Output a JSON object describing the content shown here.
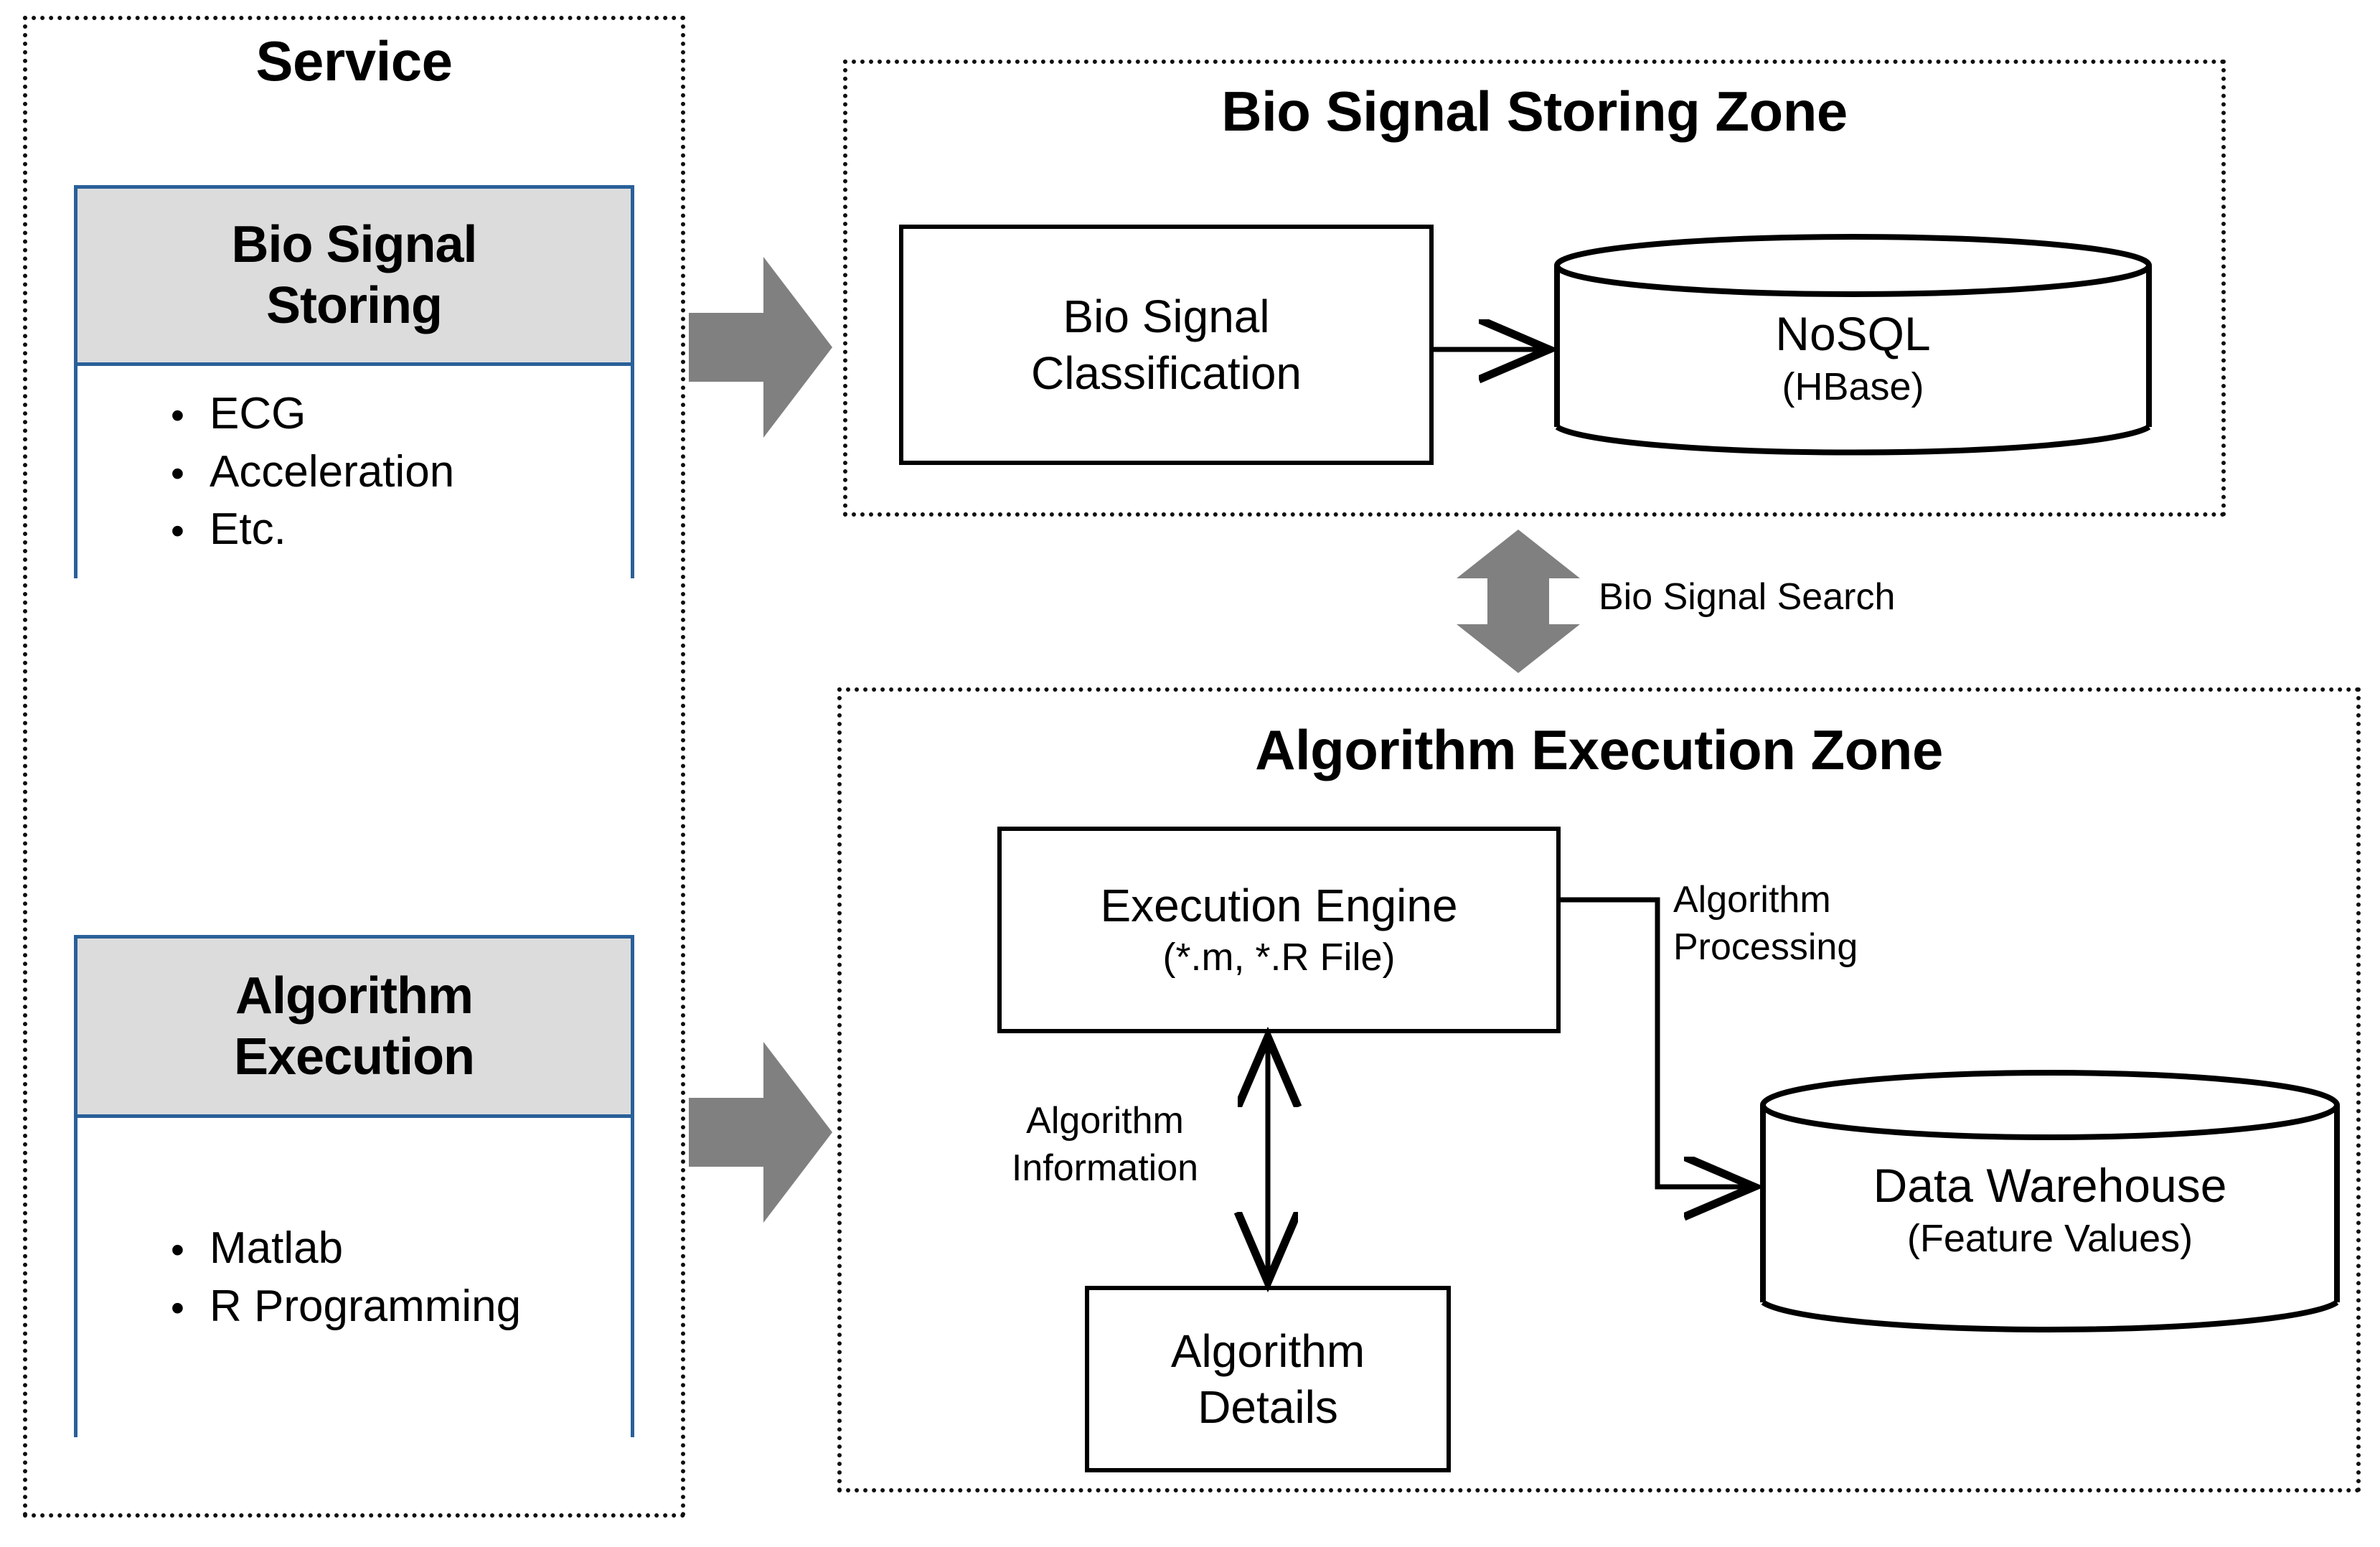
{
  "colors": {
    "card_border": "#2A6099",
    "card_header_fill": "#DCDCDC",
    "gray_arrow": "#808080",
    "line": "#000000",
    "dotted_border": "#101010"
  },
  "service_panel": {
    "title": "Service",
    "cards": [
      {
        "header": [
          "Bio Signal",
          "Storing"
        ],
        "bullets": [
          "ECG",
          "Acceleration",
          "Etc."
        ]
      },
      {
        "header": [
          "Algorithm",
          "Execution"
        ],
        "bullets": [
          "Matlab",
          "R Programming"
        ]
      }
    ]
  },
  "storing_zone": {
    "title": "Bio Signal Storing Zone",
    "process_box": {
      "line1": "Bio Signal",
      "line2": "Classification"
    },
    "database": {
      "name": "NoSQL",
      "sub": "(HBase)"
    }
  },
  "execution_zone": {
    "title": "Algorithm Execution Zone",
    "engine_box": {
      "line1": "Execution Engine",
      "sub": "(*.m, *.R File)"
    },
    "details_box": {
      "line1": "Algorithm",
      "line2": "Details"
    },
    "warehouse": {
      "name": "Data Warehouse",
      "sub": "(Feature Values)"
    },
    "connectors": {
      "algorithm_information": [
        "Algorithm",
        "Information"
      ],
      "algorithm_processing": [
        "Algorithm",
        "Processing"
      ]
    }
  },
  "links": {
    "bio_signal_search": "Bio Signal Search"
  },
  "icons": {
    "service_to_storing_arrow": "right-block-arrow-icon",
    "service_to_execution_arrow": "right-block-arrow-icon",
    "search_double_arrow": "up-down-block-arrow-icon",
    "classification_to_db_arrow": "arrow-right-icon",
    "engine_to_warehouse_arrow": "elbow-arrow-icon",
    "engine_details_arrow": "double-headed-arrow-icon"
  }
}
